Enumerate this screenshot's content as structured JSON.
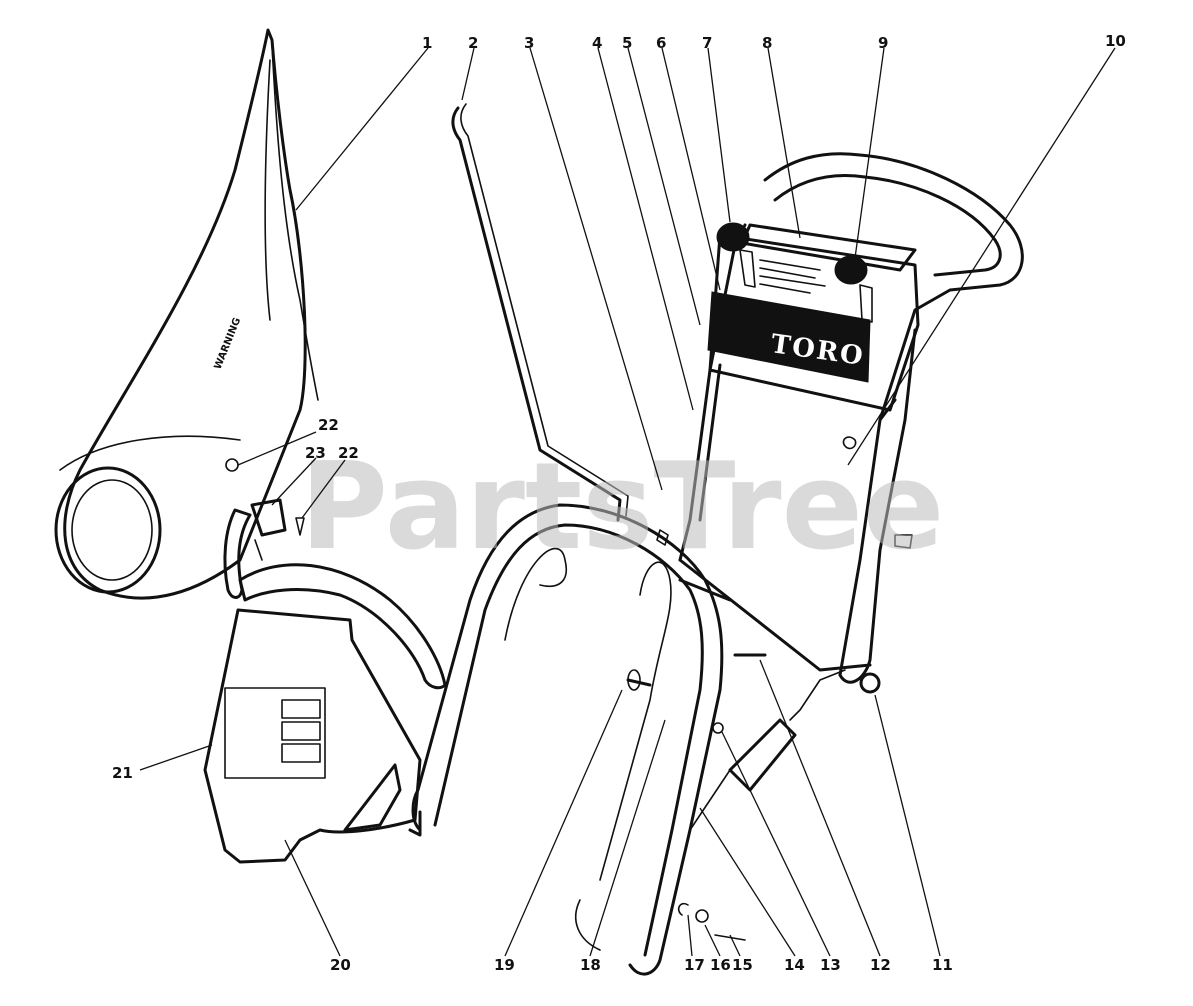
{
  "watermark": "PartsTree",
  "decal": {
    "brand": "TORO",
    "bag_label": "WARNING"
  },
  "callouts": [
    {
      "id": "c1",
      "label": "1"
    },
    {
      "id": "c2",
      "label": "2"
    },
    {
      "id": "c3",
      "label": "3"
    },
    {
      "id": "c4",
      "label": "4"
    },
    {
      "id": "c5",
      "label": "5"
    },
    {
      "id": "c6",
      "label": "6"
    },
    {
      "id": "c7",
      "label": "7"
    },
    {
      "id": "c8",
      "label": "8"
    },
    {
      "id": "c9",
      "label": "9"
    },
    {
      "id": "c10",
      "label": "10"
    },
    {
      "id": "c11",
      "label": "11"
    },
    {
      "id": "c12",
      "label": "12"
    },
    {
      "id": "c13",
      "label": "13"
    },
    {
      "id": "c14",
      "label": "14"
    },
    {
      "id": "c15",
      "label": "15"
    },
    {
      "id": "c16",
      "label": "16"
    },
    {
      "id": "c17",
      "label": "17"
    },
    {
      "id": "c18",
      "label": "18"
    },
    {
      "id": "c19",
      "label": "19"
    },
    {
      "id": "c20",
      "label": "20"
    },
    {
      "id": "c21",
      "label": "21"
    },
    {
      "id": "c22a",
      "label": "22"
    },
    {
      "id": "c22b",
      "label": "22"
    },
    {
      "id": "c23",
      "label": "23"
    }
  ]
}
